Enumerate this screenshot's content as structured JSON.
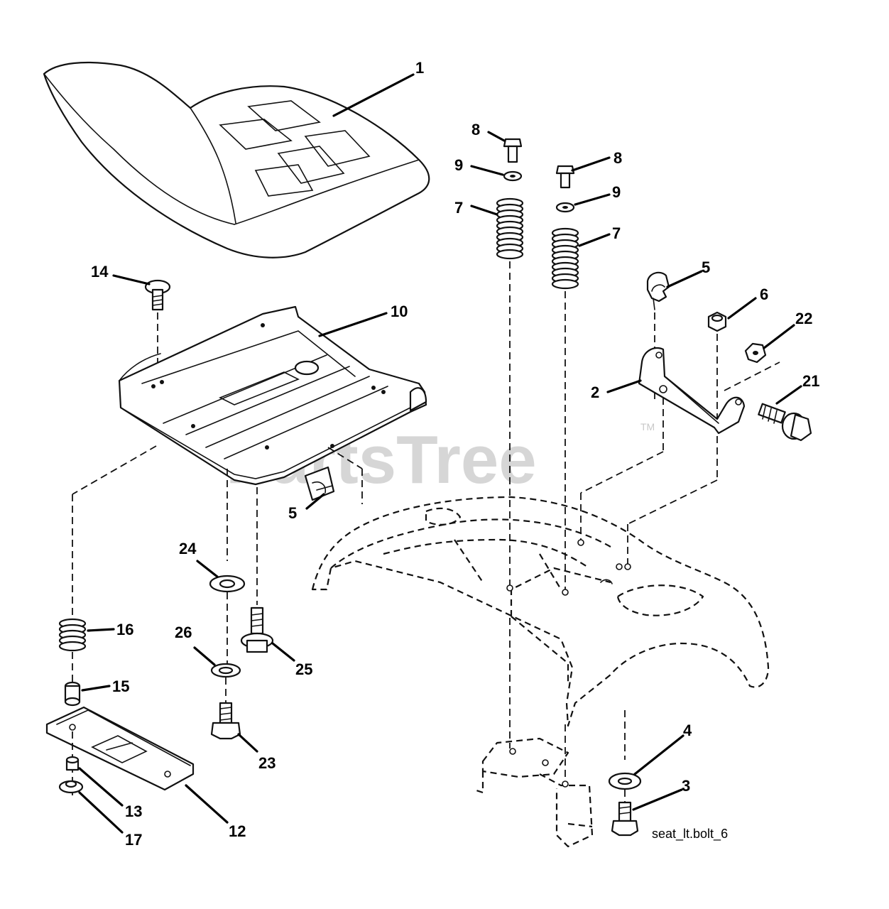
{
  "watermark": {
    "text": "PartsTree",
    "tm": "TM"
  },
  "diagram_ref": "seat_lt.bolt_6",
  "callouts": {
    "c1": "1",
    "c2": "2",
    "c3": "3",
    "c4": "4",
    "c5a": "5",
    "c5b": "5",
    "c6": "6",
    "c7a": "7",
    "c7b": "7",
    "c8a": "8",
    "c8b": "8",
    "c9a": "9",
    "c9b": "9",
    "c10": "10",
    "c12": "12",
    "c13": "13",
    "c14": "14",
    "c15": "15",
    "c16": "16",
    "c17": "17",
    "c21": "21",
    "c22": "22",
    "c23": "23",
    "c24": "24",
    "c25": "25",
    "c26": "26"
  }
}
